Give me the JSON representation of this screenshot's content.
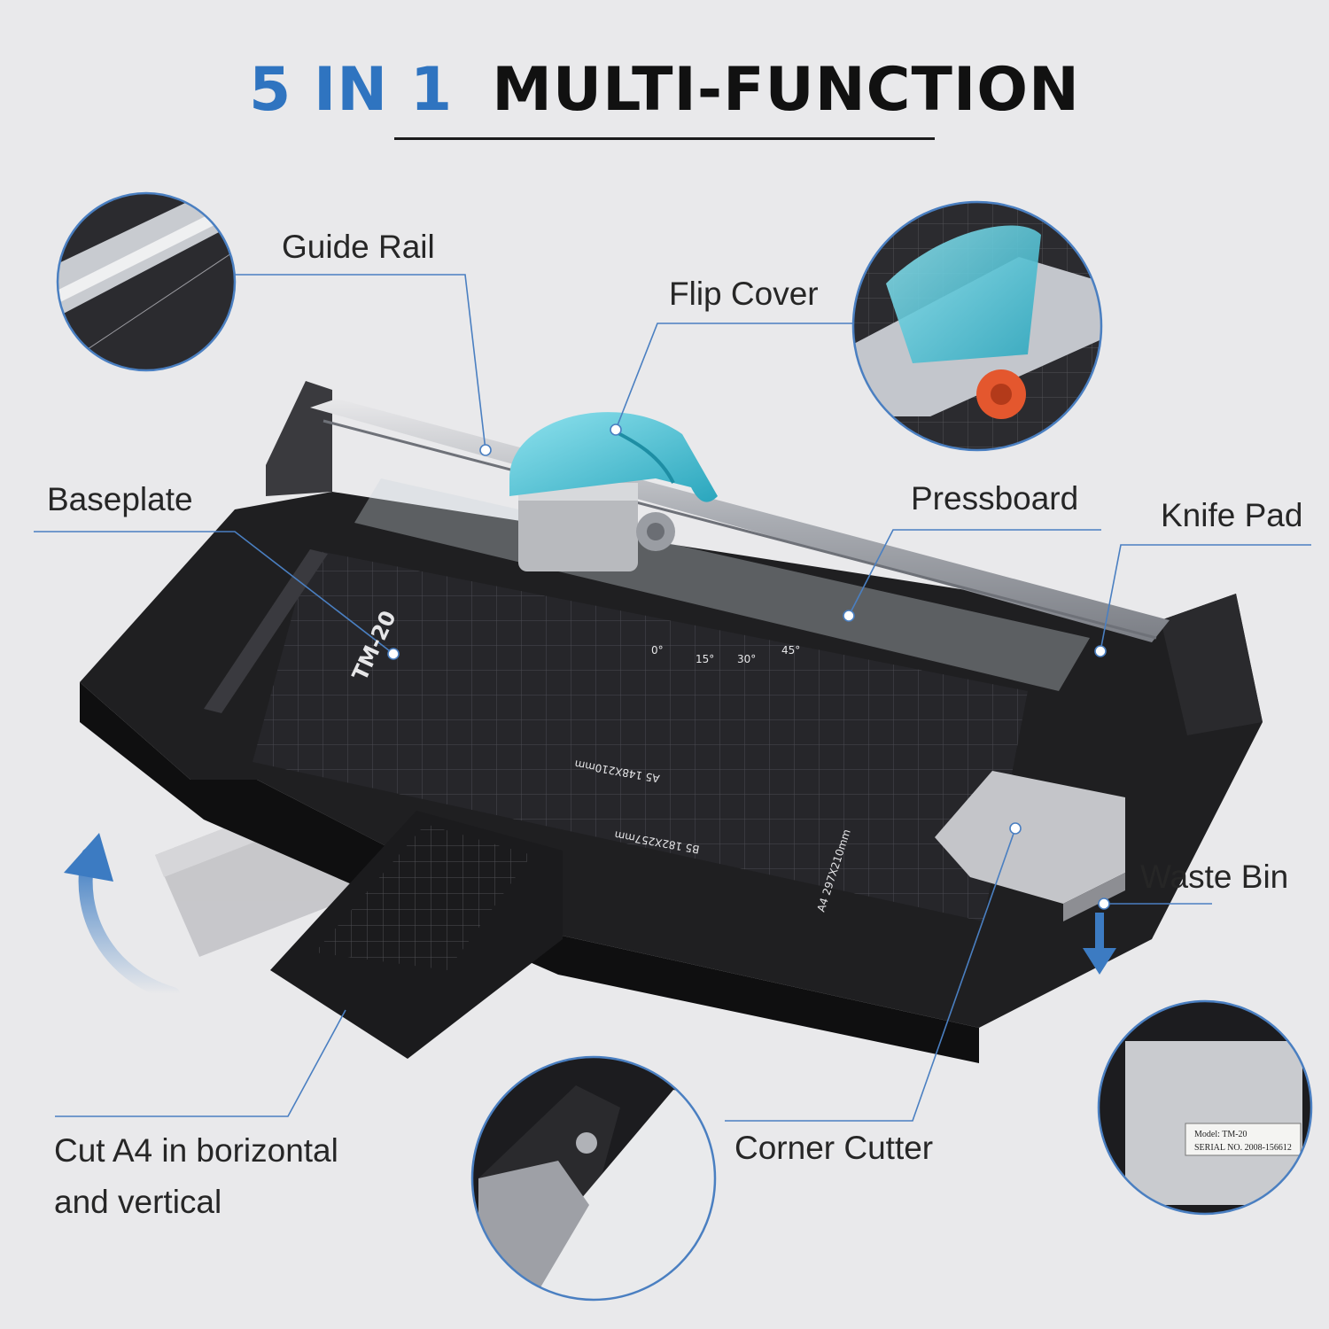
{
  "headline": {
    "accent": "5 IN 1",
    "main": "MULTI-FUNCTION"
  },
  "colors": {
    "accent": "#2f74c0",
    "leader_line": "#4a7fc1",
    "device_body": "#1f1f21",
    "cutter_head": "#3fb8cc"
  },
  "callouts": {
    "guide_rail": "Guide Rail",
    "flip_cover": "Flip Cover",
    "baseplate": "Baseplate",
    "pressboard": "Pressboard",
    "knife_pad": "Knife Pad",
    "waste_bin": "Waste Bin",
    "cut_a4": "Cut A4 in borizontal and vertical",
    "corner_cutter": "Corner Cutter"
  },
  "device_markings": {
    "model": "TM-20",
    "label_model": "Model: TM-20",
    "label_serial": "SERIAL NO. 2008-156612",
    "paper_a4": "A4 297X210mm",
    "paper_a5": "A5 148X210mm",
    "paper_b5": "B5 182X257mm",
    "angle_0": "0°",
    "angle_15": "15°",
    "angle_30": "30°",
    "angle_45": "45°"
  },
  "icons": [
    "rotate-arrow-icon",
    "down-arrow-icon",
    "magnifier-circle"
  ]
}
